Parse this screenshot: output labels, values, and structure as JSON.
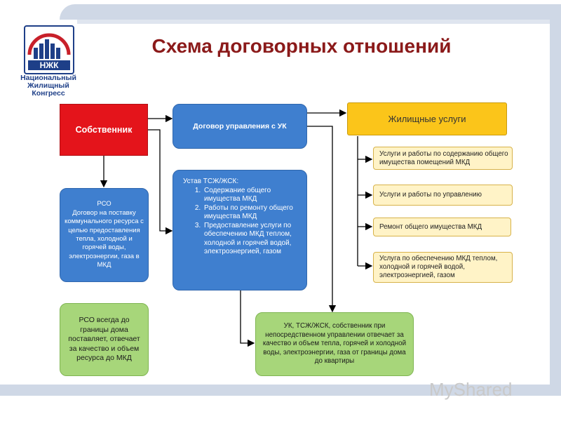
{
  "title": "Схема договорных отношений",
  "logo": {
    "abbr": "НЖК",
    "caption_lines": [
      "Национальный",
      "Жилищный",
      "Конгресс"
    ],
    "colors": {
      "ring": "#c8202a",
      "bars": "#1e3f88"
    }
  },
  "nodes": {
    "owner": "Собственник",
    "management_contract": "Договор управления с УК",
    "rso_contract": "РСО\nДоговор на поставку коммунального ресурса с целью предоставления тепла, холодной и горячей воды, электроэнергии, газа в МКД",
    "charter": {
      "heading": "Устав ТСЖ/ЖСК:",
      "items": [
        "Содержание общего имущества МКД",
        "Работы по ремонту общего имущества МКД",
        "Предоставление услуги по обеспечению МКД теплом, холодной и горячей водой, электроэнергией, газом"
      ]
    },
    "rso_responsibility": "РСО всегда до границы дома поставляет, отвечает за качество и объем ресурса до МКД",
    "uk_responsibility": "УК, ТСЖ/ЖСК, собственник при непосредственном управлении отвечает за качество и объем тепла, горячей и холодной воды, электроэнергии, газа от границы дома до квартиры",
    "housing_services": "Жилищные услуги",
    "services": [
      "Услуги и работы по содержанию общего имущества помещений МКД",
      "Услуги и работы по управлению",
      "Ремонт общего имущества МКД",
      "Услуга по обеспечению МКД теплом, холодной и горячей водой, электроэнергией, газом"
    ]
  },
  "watermark": "MyShared",
  "colors": {
    "title": "#8b1a1a",
    "owner": "#e4141b",
    "blue": "#3f7fcf",
    "green": "#a7d67a",
    "gold": "#fbc51a",
    "cream": "#fff3c7"
  }
}
